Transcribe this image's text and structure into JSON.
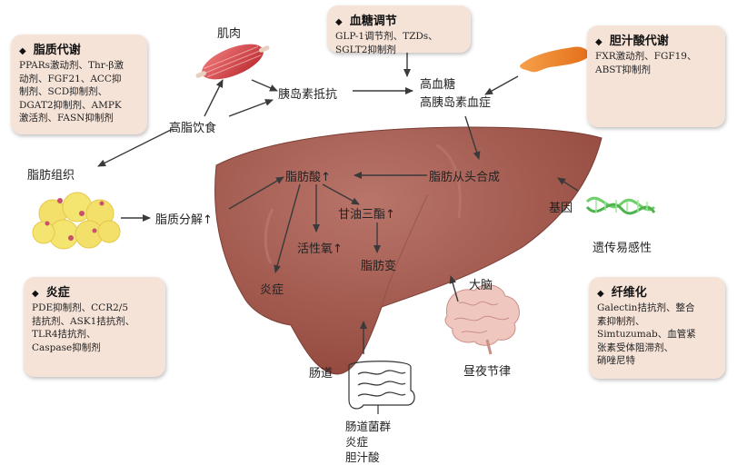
{
  "boxes": {
    "lipid": {
      "title": "脂质代谢",
      "lines": [
        "PPARs激动剂、Thr-β激",
        "动剂、FGF21、ACC抑",
        "制剂、SCD抑制剂、",
        "DGAT2抑制剂、AMPK",
        "激活剂、FASN抑制剂"
      ]
    },
    "glucose": {
      "title": "血糖调节",
      "lines": [
        "GLP-1调节剂、TZDs、",
        "SGLT2抑制剂"
      ]
    },
    "bile": {
      "title": "胆汁酸代谢",
      "lines": [
        "FXR激动剂、FGF19、",
        "ABST抑制剂"
      ]
    },
    "inflammation": {
      "title": "炎症",
      "lines": [
        "PDE抑制剂、CCR2/5",
        "拮抗剂、ASK1拮抗剂、",
        "TLR4拮抗剂、",
        "Caspase抑制剂"
      ]
    },
    "fibrosis": {
      "title": "纤维化",
      "lines": [
        "Galectin拮抗剂、整合",
        "素抑制剂、",
        "Simtuzumab、血管紧",
        "张素受体阻滞剂、",
        "硝唑尼特"
      ]
    }
  },
  "labels": {
    "muscle": "肌肉",
    "insulin_resistance": "胰岛素抵抗",
    "high_glucose_1": "高血糖",
    "high_glucose_2": "高胰岛素血症",
    "high_fat_diet": "高脂饮食",
    "adipose_tissue": "脂肪组织",
    "lipolysis": "脂质分解↑",
    "fatty_acid": "脂肪酸↑",
    "de_novo": "脂肪从头合成",
    "triglyceride": "甘油三酯↑",
    "ros": "活性氧↑",
    "steatosis": "脂肪变",
    "inflammation": "炎症",
    "gene": "基因",
    "genetic": "遗传易感性",
    "brain": "大脑",
    "circadian": "昼夜节律",
    "gut": "肠道",
    "gut_bottom_1": "肠道菌群",
    "gut_bottom_2": "炎症",
    "gut_bottom_3": "胆汁酸"
  },
  "colors": {
    "box_bg": "#f6e3d8",
    "liver": "#a85f53",
    "muscle": "#d24a4a",
    "pancreas": "#ee8424",
    "fat": "#f2e06a",
    "dna": "#6ed06a",
    "brain": "#e8b7ae",
    "arrow": "#3a3a3a"
  },
  "icons": [
    "liver-icon",
    "muscle-icon",
    "pancreas-icon",
    "fat-tissue-icon",
    "dna-icon",
    "brain-icon",
    "intestine-icon"
  ]
}
